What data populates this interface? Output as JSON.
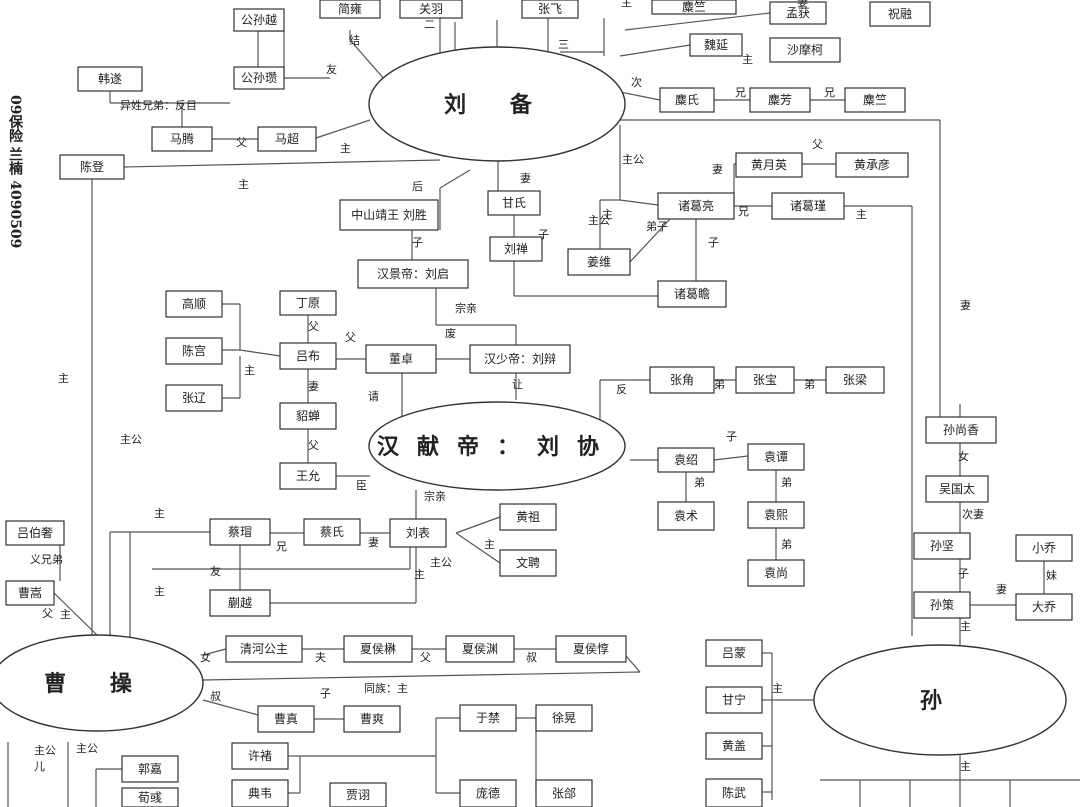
{
  "side_note": "09保险 兰楠 4090509",
  "ellipses": {
    "liubei": "刘 备",
    "xiandi": "汉献帝：刘协",
    "caocao": "曹 操",
    "sun": "孙"
  },
  "boxes": {
    "b1": "公孙越",
    "b2": "公孙瓒",
    "b3": "简雍",
    "b4": "关羽",
    "b5": "张飞",
    "b6": "麋竺",
    "b7": "孟获",
    "b8": "祝融",
    "b9": "魏延",
    "b10": "沙摩柯",
    "b11": "韩遂",
    "b12": "马腾",
    "b13": "马超",
    "b14": "陈登",
    "b15": "麋氏",
    "b16": "麋芳",
    "b17": "麋竺",
    "b18": "黄月英",
    "b19": "黄承彦",
    "b20": "诸葛亮",
    "b21": "诸葛瑾",
    "b22": "中山靖王 刘胜",
    "b23": "甘氏",
    "b24": "刘禅",
    "b25": "姜维",
    "b26": "诸葛瞻",
    "b27": "汉景帝：刘启",
    "b28": "高顺",
    "b29": "丁原",
    "b30": "陈宫",
    "b31": "吕布",
    "b32": "董卓",
    "b33": "汉少帝：刘辩",
    "b34": "张辽",
    "b35": "貂蝉",
    "b36": "王允",
    "b37": "张角",
    "b38": "张宝",
    "b39": "张梁",
    "b40": "袁绍",
    "b41": "袁谭",
    "b42": "袁术",
    "b43": "袁熙",
    "b44": "袁尚",
    "b45": "蔡瑁",
    "b46": "蔡氏",
    "b47": "刘表",
    "b48": "黄祖",
    "b49": "文聘",
    "b50": "蒯越",
    "b51": "吕伯奢",
    "b52": "清河公主",
    "b53": "夏侯楙",
    "b54": "夏侯渊",
    "b55": "夏侯惇",
    "b56": "曹真",
    "b57": "曹爽",
    "b58": "于禁",
    "b59": "庞德",
    "b60": "徐晃",
    "b61": "许褚",
    "b62": "典韦",
    "b63": "贾诩",
    "b64": "张郃",
    "b65": "孙尚香",
    "b66": "吴国太",
    "b67": "孙坚",
    "b68": "孙策",
    "b69": "大乔",
    "b70": "小乔",
    "b71": "吕蒙",
    "b72": "甘宁",
    "b73": "黄盖",
    "b74": "陈武",
    "b75": "郭嘉",
    "b76": "荀彧",
    "b77": "曹嵩"
  },
  "labels": {
    "l1": "结",
    "l2": "二",
    "l3": "三",
    "l4": "主",
    "l5": "友",
    "l6": "主",
    "l7": "次",
    "l8": "兄",
    "l9": "兄",
    "l10": "妻",
    "l11": "主",
    "l12": "主",
    "l13": "主公",
    "l14": "异姓兄弟：反目",
    "l15": "父",
    "l16": "主",
    "l17": "后",
    "l18": "妻",
    "l19": "子",
    "l20": "主公",
    "l21": "弟子",
    "l22": "子",
    "l23": "父",
    "l24": "兄",
    "l25": "主",
    "l26": "子",
    "l27": "妻",
    "l28": "宗亲",
    "l29": "废",
    "l30": "父",
    "l31": "父",
    "l32": "主",
    "l33": "请",
    "l34": "妻",
    "l35": "父",
    "l36": "臣",
    "l37": "让",
    "l38": "反",
    "l39": "弟",
    "l40": "弟",
    "l41": "子",
    "l42": "弟",
    "l43": "弟",
    "l44": "弟",
    "l45": "兄",
    "l46": "主",
    "l47": "妻",
    "l48": "主公",
    "l49": "宗亲",
    "l50": "主",
    "l51": "主",
    "l52": "友",
    "l53": "主公",
    "l54": "主",
    "l55": "主",
    "l56": "女",
    "l57": "夫",
    "l58": "父",
    "l59": "叔",
    "l60": "同族：主",
    "l61": "子",
    "l62": "叔",
    "l63": "父",
    "l64": "义兄弟",
    "l65": "主公",
    "l66": "主",
    "l67": "女",
    "l68": "次妻",
    "l69": "子",
    "l70": "妻",
    "l71": "妹",
    "l72": "妻",
    "l73": "主",
    "l74": "主",
    "l75": "主公",
    "l76": "儿",
    "l77": "主"
  }
}
